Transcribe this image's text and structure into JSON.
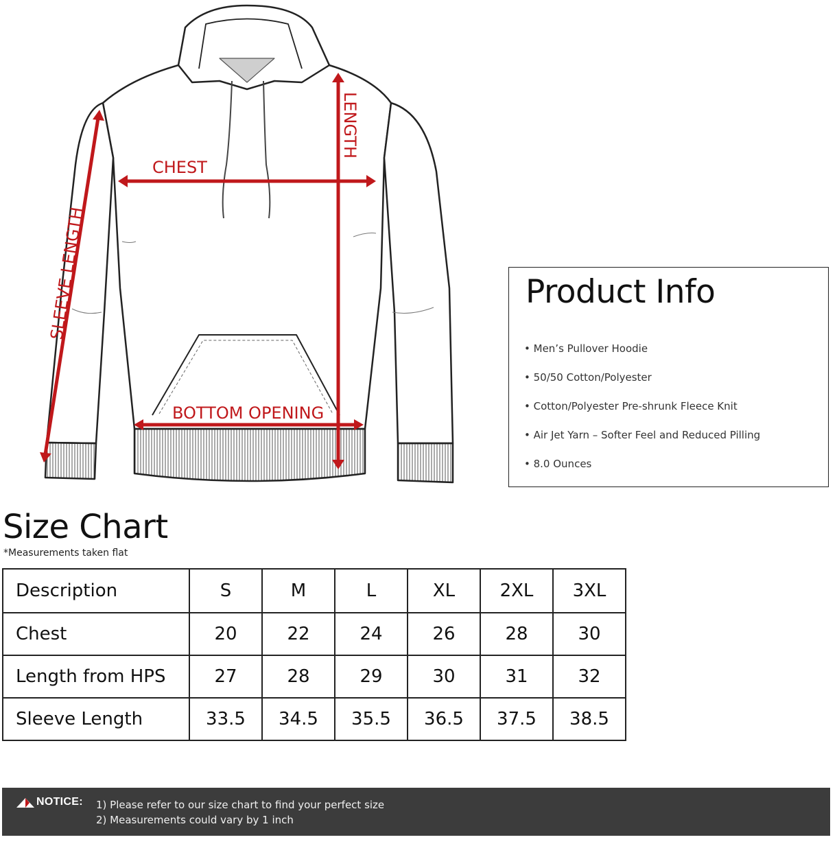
{
  "diagram": {
    "labels": {
      "chest": "CHEST",
      "length": "LENGTH",
      "sleeve_length": "SLEEVE LENGTH",
      "bottom_opening": "BOTTOM OPENING"
    },
    "arrow_color": "#c0181b"
  },
  "product_info": {
    "title": "Product Info",
    "items": [
      "Men’s Pullover Hoodie",
      "50/50 Cotton/Polyester",
      "Cotton/Polyester Pre-shrunk Fleece Knit",
      "Air Jet Yarn – Softer Feel and Reduced Pilling",
      "8.0 Ounces"
    ]
  },
  "size_chart": {
    "title": "Size Chart",
    "note": "*Measurements taken flat",
    "header": [
      "Description",
      "S",
      "M",
      "L",
      "XL",
      "2XL",
      "3XL"
    ],
    "rows": [
      [
        "Chest",
        "20",
        "22",
        "24",
        "26",
        "28",
        "30"
      ],
      [
        "Length from HPS",
        "27",
        "28",
        "29",
        "30",
        "31",
        "32"
      ],
      [
        "Sleeve Length",
        "33.5",
        "34.5",
        "35.5",
        "36.5",
        "37.5",
        "38.5"
      ]
    ]
  },
  "notice": {
    "label": "NOTICE:",
    "lines": [
      "1) Please refer to our size chart to find your perfect size",
      "2) Measurements could vary by 1 inch"
    ],
    "background": "#3c3c3c",
    "icon": "warning-triangle-icon"
  }
}
